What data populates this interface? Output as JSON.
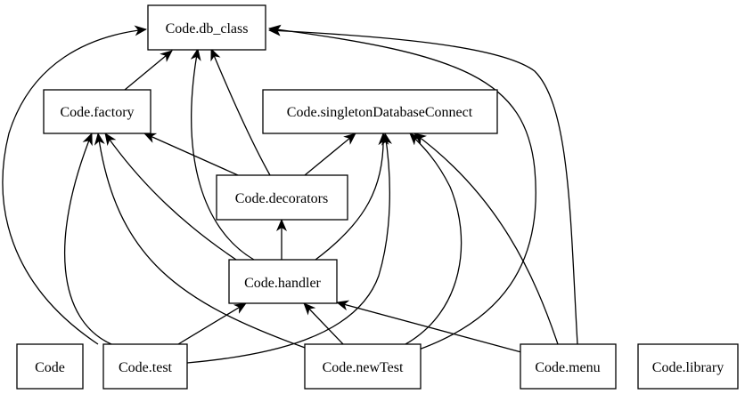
{
  "diagram": {
    "colors": {
      "stroke": "#000000",
      "fill": "#ffffff",
      "text": "#000000"
    },
    "nodes": {
      "db_class": "Code.db_class",
      "factory": "Code.factory",
      "singleton": "Code.singletonDatabaseConnect",
      "decorators": "Code.decorators",
      "handler": "Code.handler",
      "code": "Code",
      "test": "Code.test",
      "newtest": "Code.newTest",
      "menu": "Code.menu",
      "library": "Code.library"
    },
    "edges": [
      {
        "from": "factory",
        "to": "db_class"
      },
      {
        "from": "decorators",
        "to": "factory"
      },
      {
        "from": "decorators",
        "to": "db_class"
      },
      {
        "from": "decorators",
        "to": "singleton"
      },
      {
        "from": "handler",
        "to": "decorators"
      },
      {
        "from": "handler",
        "to": "factory"
      },
      {
        "from": "handler",
        "to": "db_class"
      },
      {
        "from": "handler",
        "to": "singleton"
      },
      {
        "from": "test",
        "to": "factory"
      },
      {
        "from": "test",
        "to": "handler"
      },
      {
        "from": "test",
        "to": "db_class"
      },
      {
        "from": "test",
        "to": "singleton"
      },
      {
        "from": "newtest",
        "to": "factory"
      },
      {
        "from": "newtest",
        "to": "handler"
      },
      {
        "from": "newtest",
        "to": "db_class"
      },
      {
        "from": "newtest",
        "to": "singleton"
      },
      {
        "from": "menu",
        "to": "handler"
      },
      {
        "from": "menu",
        "to": "db_class"
      },
      {
        "from": "menu",
        "to": "singleton"
      }
    ]
  }
}
